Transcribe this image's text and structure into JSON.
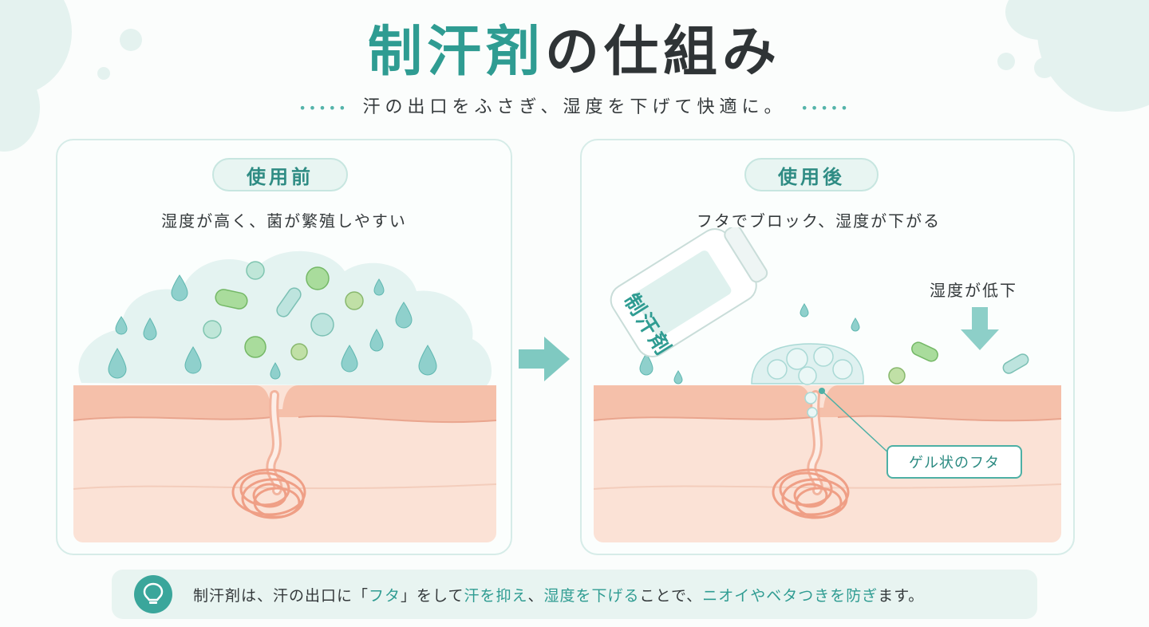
{
  "header": {
    "title_accent": "制汗剤",
    "title_rest": "の仕組み",
    "subtitle": "汗の出口をふさぎ、湿度を下げて快適に。"
  },
  "before": {
    "label": "使用前",
    "description": "湿度が高く、菌が繁殖しやすい"
  },
  "after": {
    "label": "使用後",
    "description": "フタでブロック、湿度が下がる",
    "bottle_label": "制汗剤",
    "humidity_label": "湿度が低下",
    "gel_label": "ゲル状のフタ"
  },
  "summary": {
    "part1": "制汗剤は、汗の出口に「",
    "part2": "フタ",
    "part3": "」をして",
    "part4": "汗を抑え",
    "part5": "、",
    "part6": "湿度を下げる",
    "part7": "ことで、",
    "part8": "ニオイやベタつきを防ぎ",
    "part9": "ます。"
  },
  "colors": {
    "accent": "#2f9c92",
    "skin_top": "#f7c3ae",
    "skin_body": "#fbe2d6",
    "droplet": "#8fd0cc",
    "bacteria": "#9fd8c8"
  },
  "icons": {
    "flow_arrow": "arrow-right-icon",
    "down_arrow": "arrow-down-icon",
    "bulb": "lightbulb-icon"
  }
}
